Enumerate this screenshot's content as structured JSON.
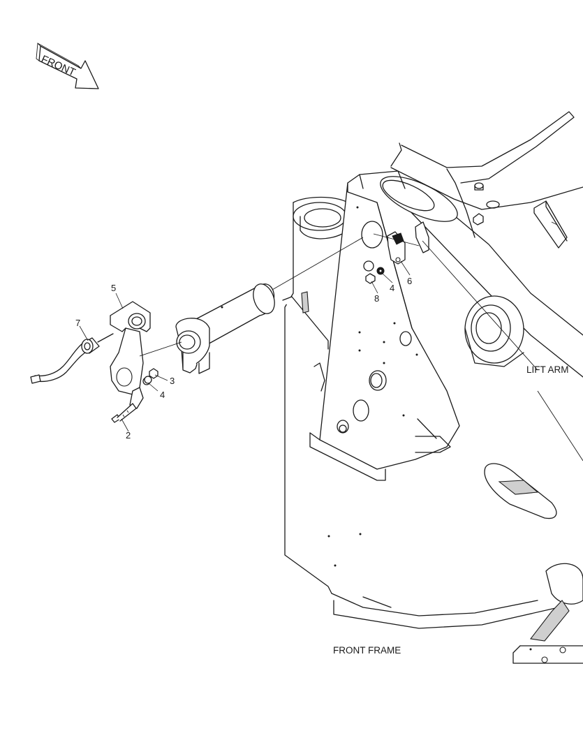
{
  "diagram": {
    "direction_indicator": {
      "text": "FRONT",
      "icon": "front-arrow-icon"
    },
    "labels": {
      "lift_arm": "LIFT ARM",
      "front_frame": "FRONT FRAME"
    },
    "callouts": [
      {
        "id": "callout-2",
        "text": "2"
      },
      {
        "id": "callout-3",
        "text": "3"
      },
      {
        "id": "callout-4a",
        "text": "4"
      },
      {
        "id": "callout-4b",
        "text": "4"
      },
      {
        "id": "callout-5",
        "text": "5"
      },
      {
        "id": "callout-6",
        "text": "6"
      },
      {
        "id": "callout-7",
        "text": "7"
      },
      {
        "id": "callout-8",
        "text": "8"
      }
    ],
    "colors": {
      "line": "#1a1a1a",
      "background": "#ffffff",
      "shade": "#cfcfcf"
    }
  }
}
